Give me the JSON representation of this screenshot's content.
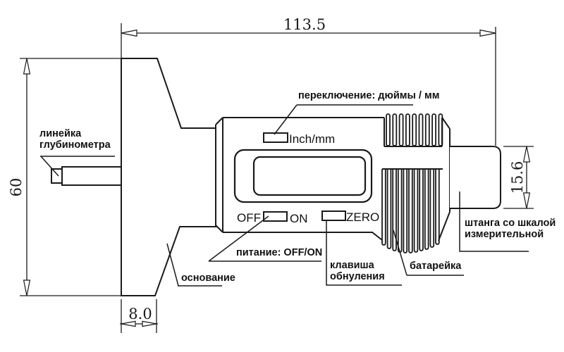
{
  "drawing": {
    "dimensions": {
      "overall_length": "113.5",
      "overall_height": "60",
      "base_bottom_width": "8.0",
      "rod_diameter": "15.6"
    },
    "device_labels": {
      "unit_button": "Inch/mm",
      "off": "OFF",
      "on": "ON",
      "zero": "ZERO"
    },
    "callouts": {
      "unit_switch": "переключение: дюймы / мм",
      "depth_ruler_line1": "линейка",
      "depth_ruler_line2": "глубинометра",
      "power": "питание: OFF/ON",
      "base": "основание",
      "zero_key_line1": "клавиша",
      "zero_key_line2": "обнуления",
      "battery": "батарейка",
      "measuring_rod_line1": "штанга со шкалой",
      "measuring_rod_line2": "измерительной"
    },
    "colors": {
      "line": "#1a1a1a",
      "background": "#ffffff"
    }
  }
}
